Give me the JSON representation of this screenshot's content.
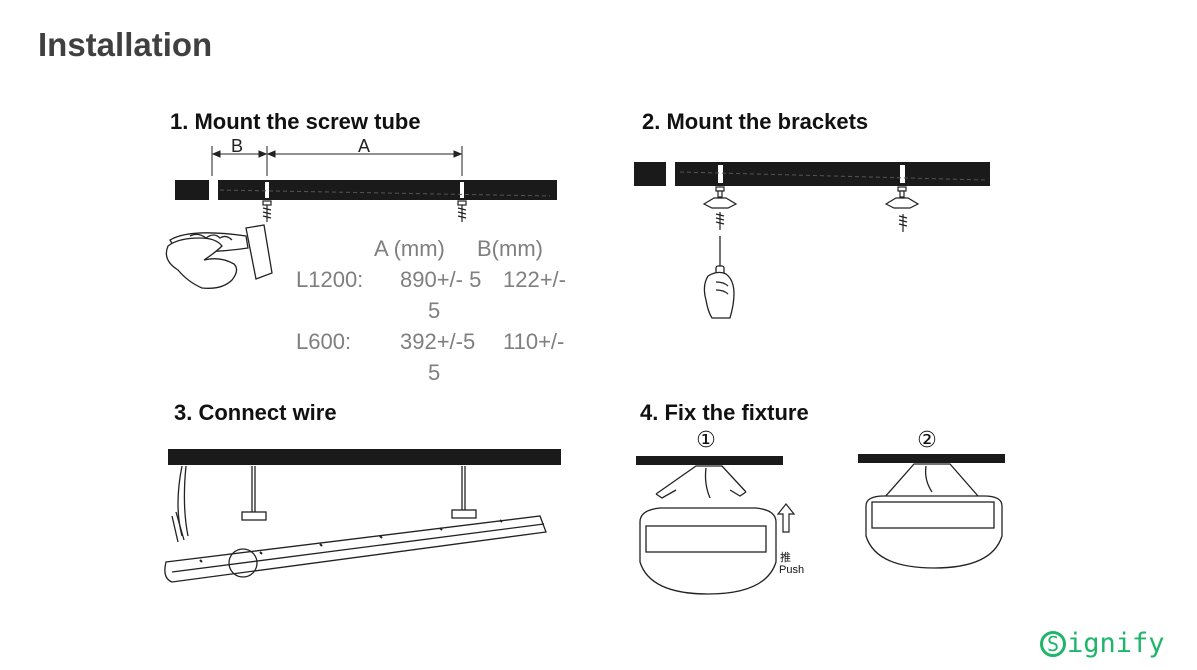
{
  "slide": {
    "title": "Installation"
  },
  "steps": [
    {
      "label": "1.  Mount the screw tube"
    },
    {
      "label": "2. Mount the brackets"
    },
    {
      "label": "3. Connect wire"
    },
    {
      "label": "4. Fix the fixture"
    }
  ],
  "dimension_labels": {
    "b": "B",
    "a": "A"
  },
  "dimensions": {
    "header_a": "A (mm)",
    "header_b": "B(mm)",
    "rows": [
      {
        "model": "L1200:",
        "a": "890+/- 5",
        "b1": "122+/-",
        "b2": "5"
      },
      {
        "model": "L600:",
        "a": "392+/-5",
        "b1": "110+/-",
        "b2": "5"
      }
    ]
  },
  "fixture_steps": {
    "step1": "①",
    "step2": "②"
  },
  "push": {
    "cn": "推",
    "en": "Push"
  },
  "brand": {
    "logo_s": "S",
    "logo_rest": "ignify",
    "color": "#1fb56b"
  },
  "icons": [
    "hammer-hand-icon",
    "screwdriver-hand-icon",
    "push-arrow-icon"
  ]
}
